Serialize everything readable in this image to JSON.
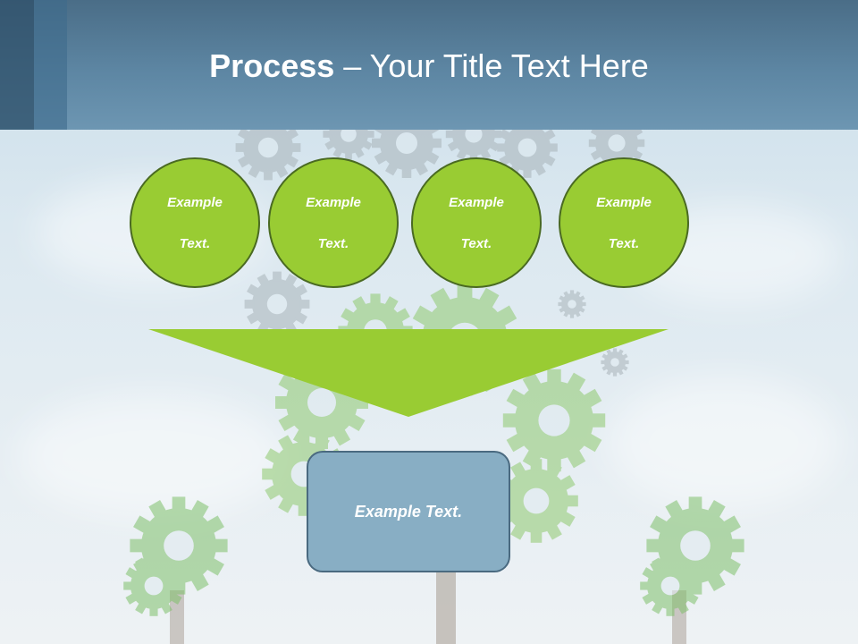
{
  "title": {
    "bold": "Process",
    "rest": " – Your Title Text Here"
  },
  "circles": [
    {
      "line1": "Example",
      "line2": "Text."
    },
    {
      "line1": "Example",
      "line2": "Text."
    },
    {
      "line1": "Example",
      "line2": "Text."
    },
    {
      "line1": "Example",
      "line2": "Text."
    }
  ],
  "result_box": {
    "label": "Example Text."
  },
  "colors": {
    "header": "#5d86a3",
    "circle_fill": "#99cc33",
    "funnel": "#99cc33",
    "box_fill": "#88aec4"
  }
}
